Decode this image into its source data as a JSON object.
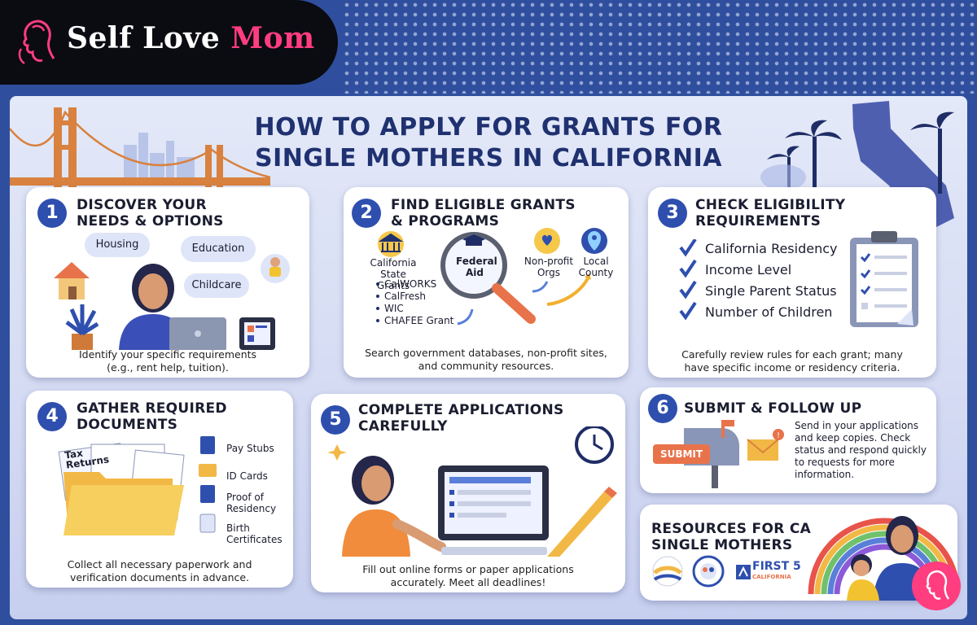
{
  "brand": {
    "name_part1": "Self Love ",
    "name_part2": "Mom"
  },
  "title": {
    "line1": "HOW TO APPLY FOR GRANTS FOR",
    "line2": "SINGLE MOTHERS IN CALIFORNIA"
  },
  "steps": [
    {
      "num": "1",
      "title_line1": "DISCOVER YOUR",
      "title_line2": "NEEDS & OPTIONS",
      "bubbles": [
        "Housing",
        "Education",
        "Childcare"
      ],
      "caption_line1": "Identify your specific requirements",
      "caption_line2": "(e.g., rent help, tuition)."
    },
    {
      "num": "2",
      "title_line1": "FIND ELIGIBLE GRANTS",
      "title_line2": "& PROGRAMS",
      "state_line1": "California",
      "state_line2": "State Grants",
      "federal_line1": "Federal",
      "federal_line2": "Aid",
      "nonprofit_line1": "Non-profit",
      "nonprofit_line2": "Orgs",
      "local_line1": "Local",
      "local_line2": "County",
      "programs": [
        "CalWORKS",
        "CalFresh",
        "WIC",
        "CHAFEE Grant"
      ],
      "caption_line1": "Search government databases, non-profit sites,",
      "caption_line2": "and community resources."
    },
    {
      "num": "3",
      "title_line1": "CHECK ELIGIBILITY",
      "title_line2": "REQUIREMENTS",
      "checks": [
        "California Residency",
        "Income Level",
        "Single Parent Status",
        "Number of Children"
      ],
      "caption_line1": "Carefully review rules for each grant; many",
      "caption_line2": "have specific income or residency criteria."
    },
    {
      "num": "4",
      "title_line1": "GATHER REQUIRED",
      "title_line2": "DOCUMENTS",
      "tax_line1": "Tax",
      "tax_line2": "Returns",
      "docs": [
        "Pay Stubs",
        "ID Cards",
        "Proof of",
        "Residency",
        "Birth",
        "Certificates"
      ],
      "caption_line1": "Collect all necessary paperwork and",
      "caption_line2": "verification documents in advance."
    },
    {
      "num": "5",
      "title_line1": "COMPLETE APPLICATIONS",
      "title_line2": "CAREFULLY",
      "caption_line1": "Fill out online forms or paper applications",
      "caption_line2": "accurately. Meet all deadlines!"
    },
    {
      "num": "6",
      "title_line1": "SUBMIT & FOLLOW UP",
      "submit_label": "SUBMIT",
      "text_lines": [
        "Send in your applications",
        "and keep copies. Check",
        "status and respond quickly",
        "to requests for more",
        "information."
      ]
    }
  ],
  "resources": {
    "title_line1": "RESOURCES FOR CA",
    "title_line2": "SINGLE MOTHERS",
    "first5_line1": "FIRST 5",
    "first5_line2": "CALIFORNIA"
  },
  "colors": {
    "navy": "#1f3170",
    "accent_pink": "#ff3d7f",
    "step_blue": "#2e4fae",
    "background": "#2f4f9e"
  }
}
